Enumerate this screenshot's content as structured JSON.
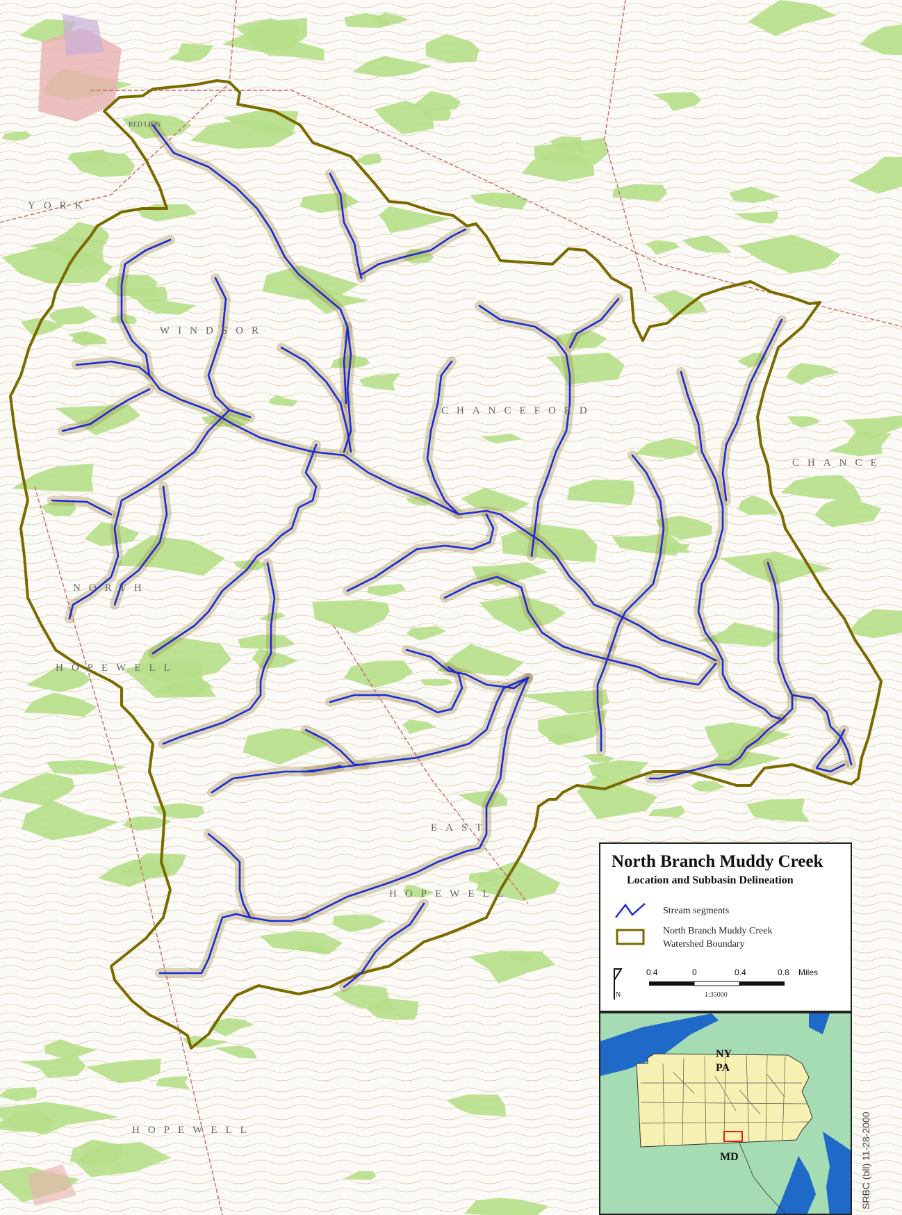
{
  "legend": {
    "title": "North Branch Muddy Creek",
    "subtitle": "Location and Subbasin Delineation",
    "items": [
      {
        "label": "Stream segments",
        "symbol": "stream-line-icon",
        "color": "#1a2ad8"
      },
      {
        "label_line1": "North Branch Muddy Creek",
        "label_line2": "Watershed Boundary",
        "symbol": "watershed-boundary-icon",
        "color": "#7a6a00"
      }
    ]
  },
  "scale_bar": {
    "labels": [
      "0.4",
      "0",
      "0.4",
      "0.8"
    ],
    "unit": "Miles",
    "ratio": "1:35000",
    "north_symbol": "N"
  },
  "townships": [
    {
      "text": "WINDSOR"
    },
    {
      "text": "CHANCEFORD"
    },
    {
      "text": "CHANCE"
    },
    {
      "text": "NORTH"
    },
    {
      "text": "HOPEWELL"
    },
    {
      "text": "EAST"
    },
    {
      "text": "HOPEWELL"
    },
    {
      "text": "HOPEWELL"
    },
    {
      "text": "YORK"
    }
  ],
  "places": [
    {
      "text": "RED LION"
    }
  ],
  "inset": {
    "labels": {
      "ny": "NY",
      "pa": "PA",
      "md": "MD"
    },
    "colors": {
      "state": "#f6f0b2",
      "water": "#1f69c9",
      "other": "#a6dcb4",
      "highlight": "#e0211a"
    }
  },
  "credit": "SRBC (bll) 11-28-2000",
  "colors": {
    "stream": "#1a2ad8",
    "boundary": "#7a6a00",
    "forest": "#b6df8a",
    "contour": "#a07a4c",
    "road": "#c66"
  }
}
